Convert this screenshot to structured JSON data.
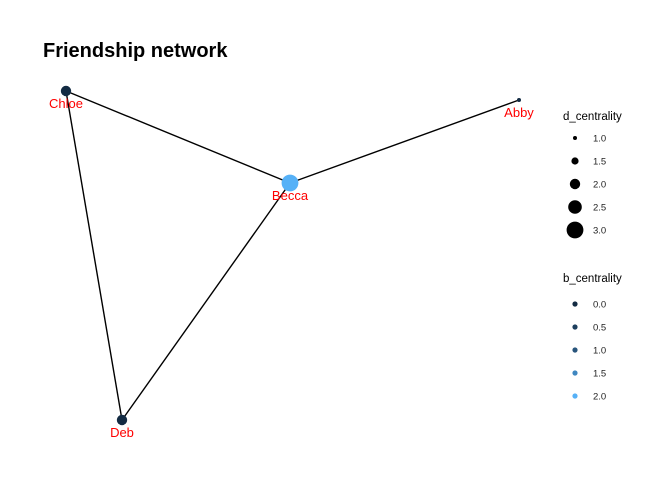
{
  "title": "Friendship network",
  "nodes": [
    {
      "id": "Chloe",
      "label": "Chloe",
      "d_centrality": 2.0,
      "b_centrality": 0.0,
      "color": "#132B43"
    },
    {
      "id": "Abby",
      "label": "Abby",
      "d_centrality": 1.0,
      "b_centrality": 0.0,
      "color": "#132B43"
    },
    {
      "id": "Becca",
      "label": "Becca",
      "d_centrality": 3.0,
      "b_centrality": 2.0,
      "color": "#56B1F7"
    },
    {
      "id": "Deb",
      "label": "Deb",
      "d_centrality": 2.0,
      "b_centrality": 0.0,
      "color": "#132B43"
    }
  ],
  "edges": [
    {
      "from": "Chloe",
      "to": "Becca"
    },
    {
      "from": "Chloe",
      "to": "Deb"
    },
    {
      "from": "Becca",
      "to": "Abby"
    },
    {
      "from": "Becca",
      "to": "Deb"
    }
  ],
  "label_color": "#ff0000",
  "legend_size": {
    "title": "d_centrality",
    "keys": [
      "1.0",
      "1.5",
      "2.0",
      "2.5",
      "3.0"
    ],
    "values": [
      1.0,
      1.5,
      2.0,
      2.5,
      3.0
    ]
  },
  "legend_color": {
    "title": "b_centrality",
    "keys": [
      "0.0",
      "0.5",
      "1.0",
      "1.5",
      "2.0"
    ],
    "colors": [
      "#132B43",
      "#1D3F5E",
      "#28557C",
      "#3F87C0",
      "#56B1F7"
    ]
  }
}
